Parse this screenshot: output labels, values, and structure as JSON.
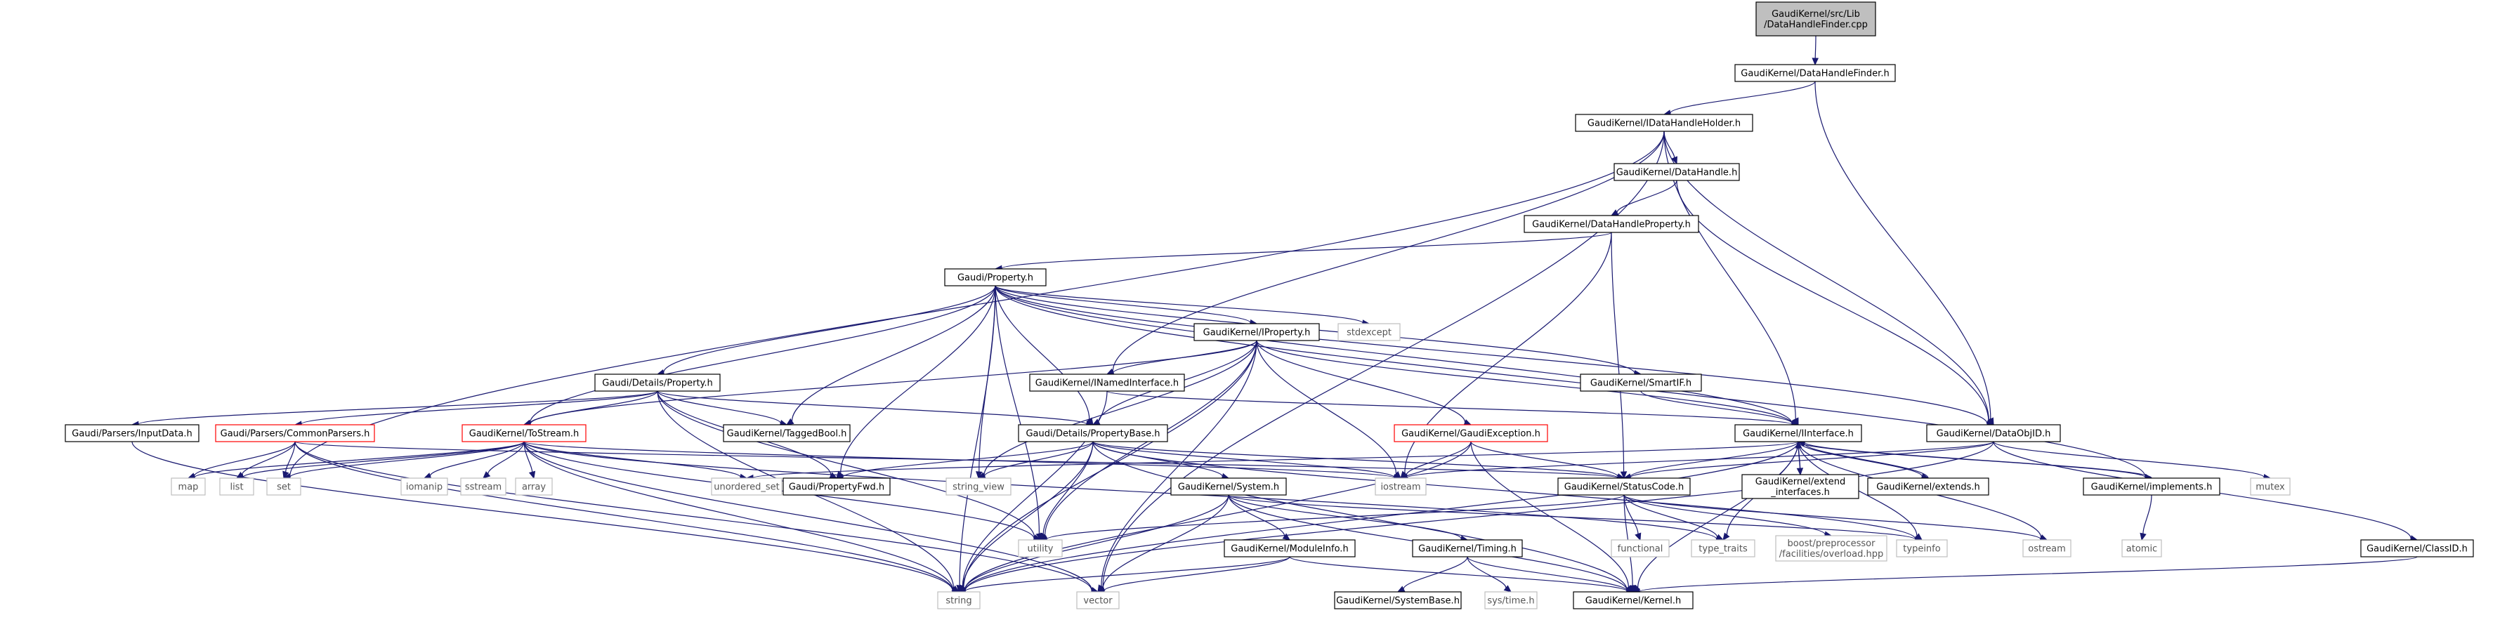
{
  "title": "",
  "colors": {
    "edge": "#191970",
    "root_fill": "#bfbfbf",
    "normal_border": "#000000",
    "system_border": "#bfbfbf",
    "red_border": "#ff0000"
  },
  "nodes": [
    {
      "id": "root",
      "label": "GaudiKernel/src/Lib\n/DataHandleFinder.cpp",
      "kind": "root"
    },
    {
      "id": "dhfinder",
      "label": "GaudiKernel/DataHandleFinder.h",
      "kind": "normal"
    },
    {
      "id": "idhholder",
      "label": "GaudiKernel/IDataHandleHolder.h",
      "kind": "normal"
    },
    {
      "id": "datahandle",
      "label": "GaudiKernel/DataHandle.h",
      "kind": "normal"
    },
    {
      "id": "dhproperty",
      "label": "GaudiKernel/DataHandleProperty.h",
      "kind": "normal"
    },
    {
      "id": "property",
      "label": "Gaudi/Property.h",
      "kind": "normal"
    },
    {
      "id": "iproperty",
      "label": "GaudiKernel/IProperty.h",
      "kind": "normal"
    },
    {
      "id": "stdexcept",
      "label": "stdexcept",
      "kind": "sys"
    },
    {
      "id": "detprop",
      "label": "Gaudi/Details/Property.h",
      "kind": "normal"
    },
    {
      "id": "inamed",
      "label": "GaudiKernel/INamedInterface.h",
      "kind": "normal"
    },
    {
      "id": "smartif",
      "label": "GaudiKernel/SmartIF.h",
      "kind": "normal"
    },
    {
      "id": "inputdata",
      "label": "Gaudi/Parsers/InputData.h",
      "kind": "normal"
    },
    {
      "id": "commonparsers",
      "label": "Gaudi/Parsers/CommonParsers.h",
      "kind": "red"
    },
    {
      "id": "tostream",
      "label": "GaudiKernel/ToStream.h",
      "kind": "red"
    },
    {
      "id": "taggedbool",
      "label": "GaudiKernel/TaggedBool.h",
      "kind": "normal"
    },
    {
      "id": "propbase",
      "label": "Gaudi/Details/PropertyBase.h",
      "kind": "normal"
    },
    {
      "id": "gaudiexc",
      "label": "GaudiKernel/GaudiException.h",
      "kind": "red"
    },
    {
      "id": "iinterface",
      "label": "GaudiKernel/IInterface.h",
      "kind": "normal"
    },
    {
      "id": "dataobjid",
      "label": "GaudiKernel/DataObjID.h",
      "kind": "normal"
    },
    {
      "id": "map",
      "label": "map",
      "kind": "sys"
    },
    {
      "id": "list",
      "label": "list",
      "kind": "sys"
    },
    {
      "id": "set",
      "label": "set",
      "kind": "sys"
    },
    {
      "id": "iomanip",
      "label": "iomanip",
      "kind": "sys"
    },
    {
      "id": "sstream",
      "label": "sstream",
      "kind": "sys"
    },
    {
      "id": "array",
      "label": "array",
      "kind": "sys"
    },
    {
      "id": "unordered_set",
      "label": "unordered_set",
      "kind": "sys"
    },
    {
      "id": "propfwd",
      "label": "Gaudi/PropertyFwd.h",
      "kind": "normal"
    },
    {
      "id": "string_view",
      "label": "string_view",
      "kind": "sys"
    },
    {
      "id": "system",
      "label": "GaudiKernel/System.h",
      "kind": "normal"
    },
    {
      "id": "iostream",
      "label": "iostream",
      "kind": "sys"
    },
    {
      "id": "statuscode",
      "label": "GaudiKernel/StatusCode.h",
      "kind": "normal"
    },
    {
      "id": "extendifc",
      "label": "GaudiKernel/extend\n_interfaces.h",
      "kind": "normal"
    },
    {
      "id": "extends",
      "label": "GaudiKernel/extends.h",
      "kind": "normal"
    },
    {
      "id": "implements",
      "label": "GaudiKernel/implements.h",
      "kind": "normal"
    },
    {
      "id": "mutex",
      "label": "mutex",
      "kind": "sys"
    },
    {
      "id": "utility",
      "label": "utility",
      "kind": "sys"
    },
    {
      "id": "functional",
      "label": "functional",
      "kind": "sys"
    },
    {
      "id": "type_traits",
      "label": "type_traits",
      "kind": "sys"
    },
    {
      "id": "boostpp",
      "label": "boost/preprocessor\n/facilities/overload.hpp",
      "kind": "sys"
    },
    {
      "id": "typeinfo",
      "label": "typeinfo",
      "kind": "sys"
    },
    {
      "id": "ostream",
      "label": "ostream",
      "kind": "sys"
    },
    {
      "id": "atomic",
      "label": "atomic",
      "kind": "sys"
    },
    {
      "id": "moduleinfo",
      "label": "GaudiKernel/ModuleInfo.h",
      "kind": "normal"
    },
    {
      "id": "timing",
      "label": "GaudiKernel/Timing.h",
      "kind": "normal"
    },
    {
      "id": "classid",
      "label": "GaudiKernel/ClassID.h",
      "kind": "normal"
    },
    {
      "id": "sysbase",
      "label": "GaudiKernel/SystemBase.h",
      "kind": "normal"
    },
    {
      "id": "systime",
      "label": "sys/time.h",
      "kind": "sys"
    },
    {
      "id": "string",
      "label": "string",
      "kind": "sys"
    },
    {
      "id": "vector",
      "label": "vector",
      "kind": "sys"
    },
    {
      "id": "kernel",
      "label": "GaudiKernel/Kernel.h",
      "kind": "normal"
    }
  ],
  "edges": [
    [
      "root",
      "dhfinder"
    ],
    [
      "dhfinder",
      "idhholder"
    ],
    [
      "dhfinder",
      "dataobjid"
    ],
    [
      "idhholder",
      "datahandle"
    ],
    [
      "idhholder",
      "inamed"
    ],
    [
      "idhholder",
      "iinterface"
    ],
    [
      "idhholder",
      "dataobjid"
    ],
    [
      "idhholder",
      "set"
    ],
    [
      "idhholder",
      "vector"
    ],
    [
      "datahandle",
      "dhproperty"
    ],
    [
      "datahandle",
      "dataobjid"
    ],
    [
      "dhproperty",
      "property"
    ],
    [
      "dhproperty",
      "iostream"
    ],
    [
      "dhproperty",
      "statuscode"
    ],
    [
      "property",
      "iproperty"
    ],
    [
      "property",
      "stdexcept"
    ],
    [
      "property",
      "detprop"
    ],
    [
      "property",
      "tostream"
    ],
    [
      "property",
      "taggedbool"
    ],
    [
      "property",
      "propbase"
    ],
    [
      "property",
      "propfwd"
    ],
    [
      "property",
      "smartif"
    ],
    [
      "property",
      "string_view"
    ],
    [
      "property",
      "utility"
    ],
    [
      "property",
      "string"
    ],
    [
      "property",
      "iinterface"
    ],
    [
      "property",
      "implements"
    ],
    [
      "property",
      "dataobjid"
    ],
    [
      "iproperty",
      "inamed"
    ],
    [
      "iproperty",
      "tostream"
    ],
    [
      "iproperty",
      "propbase"
    ],
    [
      "iproperty",
      "gaudiexc"
    ],
    [
      "iproperty",
      "iinterface"
    ],
    [
      "iproperty",
      "iostream"
    ],
    [
      "iproperty",
      "string_view"
    ],
    [
      "iproperty",
      "utility"
    ],
    [
      "iproperty",
      "string"
    ],
    [
      "iproperty",
      "vector"
    ],
    [
      "detprop",
      "inputdata"
    ],
    [
      "detprop",
      "commonparsers"
    ],
    [
      "detprop",
      "tostream"
    ],
    [
      "detprop",
      "taggedbool"
    ],
    [
      "detprop",
      "propbase"
    ],
    [
      "detprop",
      "propfwd"
    ],
    [
      "detprop",
      "string"
    ],
    [
      "detprop",
      "utility"
    ],
    [
      "inamed",
      "iinterface"
    ],
    [
      "inamed",
      "string"
    ],
    [
      "smartif",
      "iinterface"
    ],
    [
      "inputdata",
      "string"
    ],
    [
      "commonparsers",
      "map"
    ],
    [
      "commonparsers",
      "list"
    ],
    [
      "commonparsers",
      "set"
    ],
    [
      "commonparsers",
      "string"
    ],
    [
      "commonparsers",
      "vector"
    ],
    [
      "commonparsers",
      "statuscode"
    ],
    [
      "tostream",
      "map"
    ],
    [
      "tostream",
      "list"
    ],
    [
      "tostream",
      "set"
    ],
    [
      "tostream",
      "iomanip"
    ],
    [
      "tostream",
      "sstream"
    ],
    [
      "tostream",
      "array"
    ],
    [
      "tostream",
      "unordered_set"
    ],
    [
      "tostream",
      "iostream"
    ],
    [
      "tostream",
      "string"
    ],
    [
      "tostream",
      "vector"
    ],
    [
      "tostream",
      "type_traits"
    ],
    [
      "tostream",
      "utility"
    ],
    [
      "propbase",
      "propfwd"
    ],
    [
      "propbase",
      "string_view"
    ],
    [
      "propbase",
      "system"
    ],
    [
      "propbase",
      "iostream"
    ],
    [
      "propbase",
      "statuscode"
    ],
    [
      "propbase",
      "string"
    ],
    [
      "propbase",
      "utility"
    ],
    [
      "propbase",
      "typeinfo"
    ],
    [
      "propbase",
      "kernel"
    ],
    [
      "gaudiexc",
      "statuscode"
    ],
    [
      "gaudiexc",
      "iostream"
    ],
    [
      "gaudiexc",
      "kernel"
    ],
    [
      "gaudiexc",
      "string"
    ],
    [
      "iinterface",
      "statuscode"
    ],
    [
      "iinterface",
      "extendifc"
    ],
    [
      "iinterface",
      "extends"
    ],
    [
      "iinterface",
      "implements"
    ],
    [
      "iinterface",
      "kernel"
    ],
    [
      "iinterface",
      "ostream"
    ],
    [
      "iinterface",
      "type_traits"
    ],
    [
      "iinterface",
      "typeinfo"
    ],
    [
      "iinterface",
      "unordered_set"
    ],
    [
      "iinterface",
      "string"
    ],
    [
      "extendifc",
      "iinterface"
    ],
    [
      "extends",
      "iinterface"
    ],
    [
      "implements",
      "iinterface"
    ],
    [
      "implements",
      "atomic"
    ],
    [
      "dataobjid",
      "statuscode"
    ],
    [
      "dataobjid",
      "classid"
    ],
    [
      "dataobjid",
      "mutex"
    ],
    [
      "dataobjid",
      "iostream"
    ],
    [
      "dataobjid",
      "string"
    ],
    [
      "system",
      "moduleinfo"
    ],
    [
      "system",
      "timing"
    ],
    [
      "system",
      "kernel"
    ],
    [
      "system",
      "string"
    ],
    [
      "system",
      "vector"
    ],
    [
      "system",
      "typeinfo"
    ],
    [
      "statuscode",
      "boostpp"
    ],
    [
      "statuscode",
      "functional"
    ],
    [
      "statuscode",
      "type_traits"
    ],
    [
      "statuscode",
      "ostream"
    ],
    [
      "statuscode",
      "kernel"
    ],
    [
      "statuscode",
      "utility"
    ],
    [
      "moduleinfo",
      "kernel"
    ],
    [
      "moduleinfo",
      "string"
    ],
    [
      "moduleinfo",
      "vector"
    ],
    [
      "timing",
      "sysbase"
    ],
    [
      "timing",
      "systime"
    ],
    [
      "timing",
      "kernel"
    ],
    [
      "classid",
      "kernel"
    ]
  ]
}
